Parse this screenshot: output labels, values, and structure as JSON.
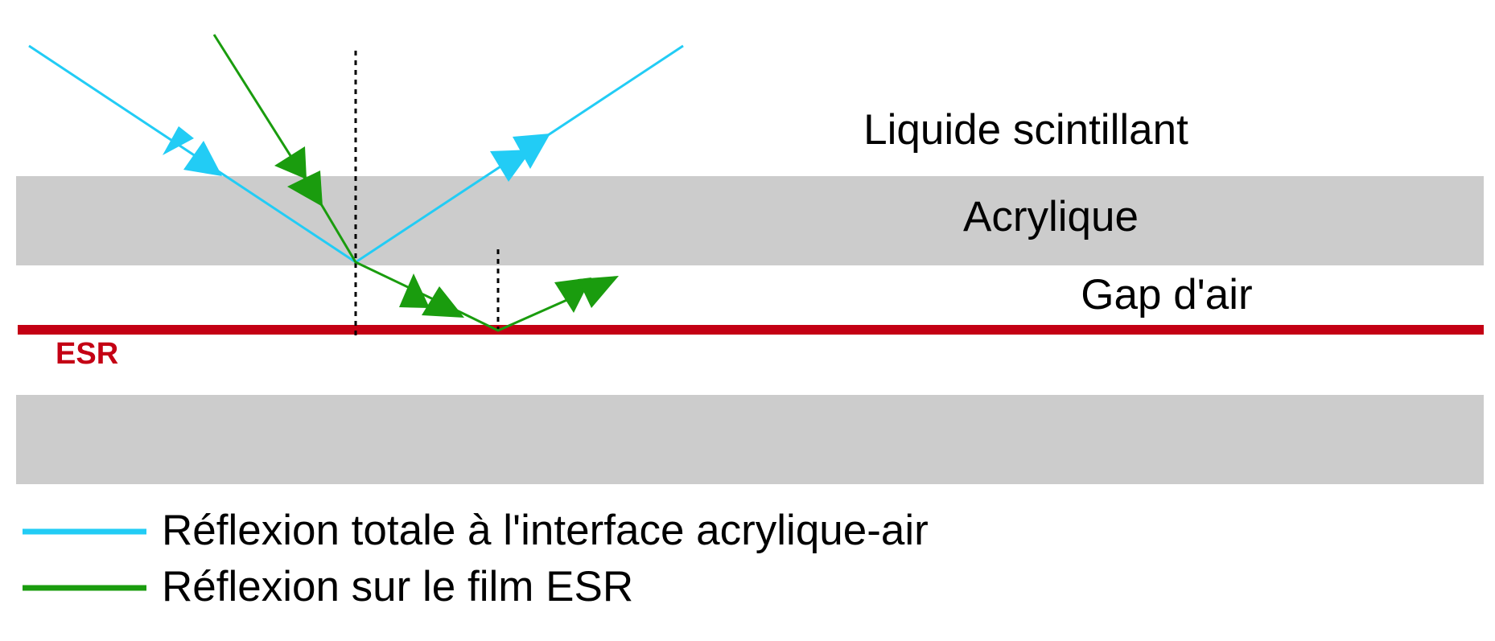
{
  "layers": {
    "liquid_label": "Liquide scintillant",
    "acrylic_label": "Acrylique",
    "air_gap_label": "Gap d'air",
    "esr_label": "ESR"
  },
  "legend": {
    "items": [
      {
        "label": "Réflexion totale à l'interface acrylique-air",
        "color": "#22ccf5"
      },
      {
        "label": "Réflexion sur le film ESR",
        "color": "#1a9c0e"
      }
    ]
  },
  "colors": {
    "acrylic": "#cccccc",
    "esr": "#c40014",
    "total_reflection_ray": "#22ccf5",
    "esr_reflection_ray": "#1a9c0e",
    "normal_line": "#000000"
  }
}
